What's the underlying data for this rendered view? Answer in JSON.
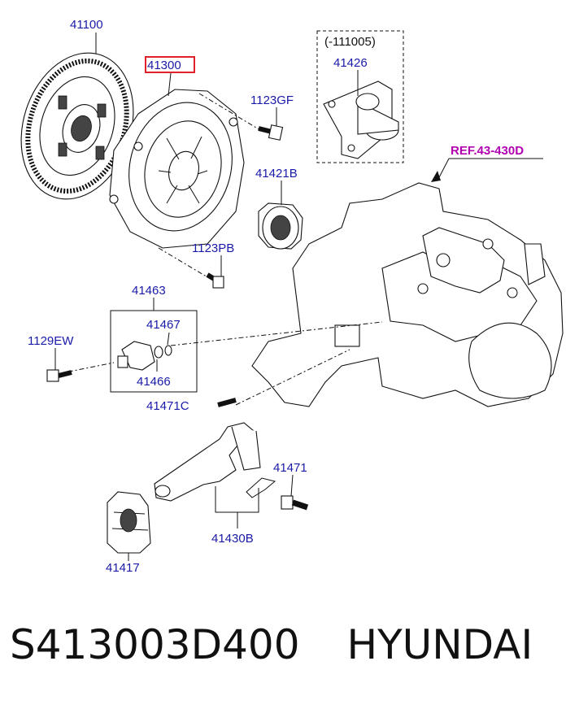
{
  "callouts": {
    "c41100": "41100",
    "c41300": "41300",
    "c1123GF": "1123GF",
    "c111005": "(-111005)",
    "c41426": "41426",
    "ref": "REF.43-430D",
    "c41421B": "41421B",
    "c1123PB": "1123PB",
    "c41463": "41463",
    "c41467": "41467",
    "c1129EW": "1129EW",
    "c41466": "41466",
    "c41471C": "41471C",
    "c41471": "41471",
    "c41430B": "41430B",
    "c41417": "41417"
  },
  "footer": {
    "part_number": "S413003D400",
    "brand": "HYUNDAI"
  },
  "colors": {
    "label": "#1a1aa8",
    "ref": "#b000b0",
    "highlight_box": "#e0202a"
  }
}
